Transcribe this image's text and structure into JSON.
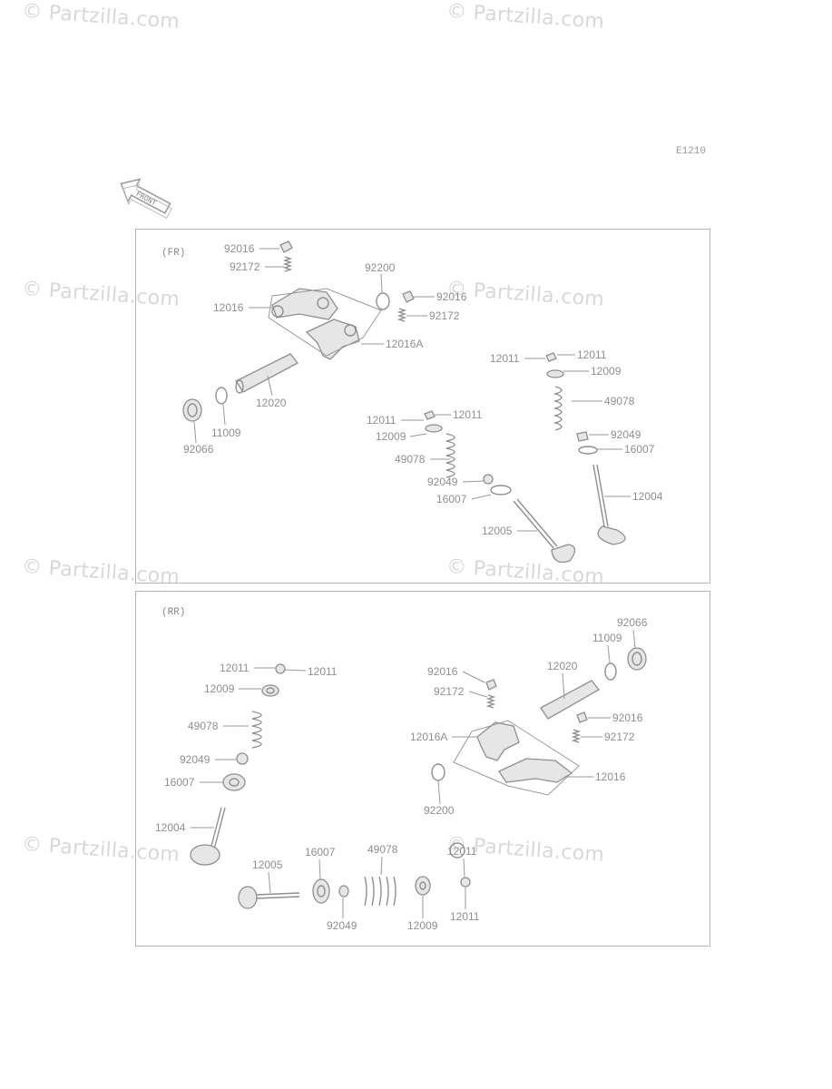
{
  "watermark_text": "© Partzilla.com",
  "diagram_code": "E1210",
  "front_arrow_label": "FRONT",
  "panels": {
    "front": {
      "label": "(FR)"
    },
    "rear": {
      "label": "(RR)"
    }
  },
  "labels_fr": [
    "92016",
    "92172",
    "92200",
    "92016",
    "92172",
    "12016",
    "12016A",
    "12020",
    "11009",
    "92066",
    "12011",
    "12011",
    "12009",
    "49078",
    "92049",
    "16007",
    "12004",
    "12011",
    "12011",
    "12009",
    "49078",
    "92049",
    "16007",
    "12005"
  ],
  "labels_rr": [
    "92066",
    "11009",
    "12020",
    "12011",
    "12011",
    "12009",
    "49078",
    "92049",
    "16007",
    "12004",
    "92016",
    "92172",
    "12016A",
    "92016",
    "92172",
    "12016",
    "92200",
    "12005",
    "16007",
    "49078",
    "12011",
    "92049",
    "12009",
    "12011"
  ]
}
